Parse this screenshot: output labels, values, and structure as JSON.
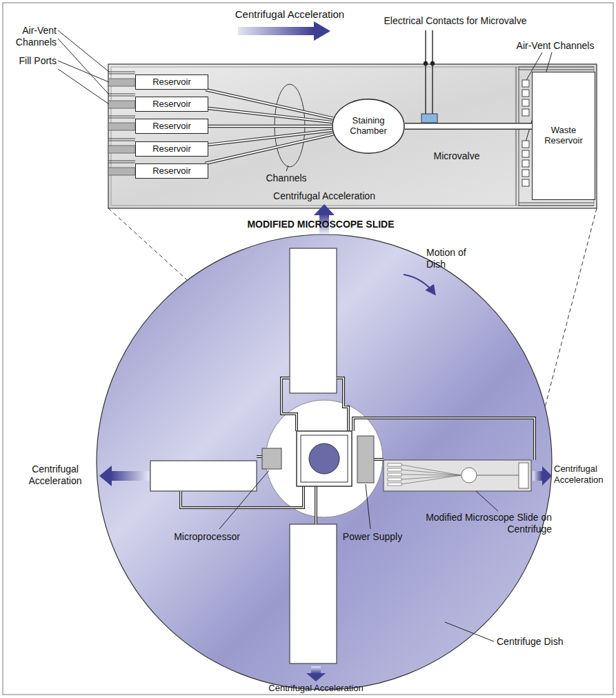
{
  "diagram": {
    "nodes": [
      {
        "text": [
          "Reservoir"
        ]
      },
      {
        "text": [
          "Reservoir"
        ]
      },
      {
        "text": [
          "Reservoir"
        ]
      },
      {
        "text": [
          "Reservoir"
        ]
      },
      {
        "text": [
          "Reservoir"
        ]
      },
      {
        "text": [
          "Staining Chamber"
        ]
      },
      {
        "text": [
          "Waste Reservoir"
        ]
      }
    ],
    "edges": [
      {
        "from": 0,
        "to": 5,
        "arrow": "none"
      },
      {
        "from": 1,
        "to": 5,
        "arrow": "none"
      },
      {
        "from": 2,
        "to": 5,
        "arrow": "none"
      },
      {
        "from": 3,
        "to": 5,
        "arrow": "none"
      },
      {
        "from": 4,
        "to": 5,
        "arrow": "none"
      },
      {
        "from": 5,
        "to": 6,
        "arrow": "none"
      }
    ],
    "labels": [
      "Centrifugal Acceleration",
      "Electrical Contacts for Microvalve",
      "Air-Vent Channels",
      "Fill Ports",
      "Air-Vent Channels",
      "Channels",
      "Microvalve",
      "MODIFIED MICROSCOPE SLIDE",
      "Centrifugal Acceleration",
      "Motion of Dish",
      "Centrifugal Acceleration",
      "Centrifugal Acceleration",
      "Microprocessor",
      "Power Supply",
      "Modified Microscope Slide on Centrifuge",
      "Centrifuge Dish",
      "Centrifugal Acceleration"
    ]
  }
}
